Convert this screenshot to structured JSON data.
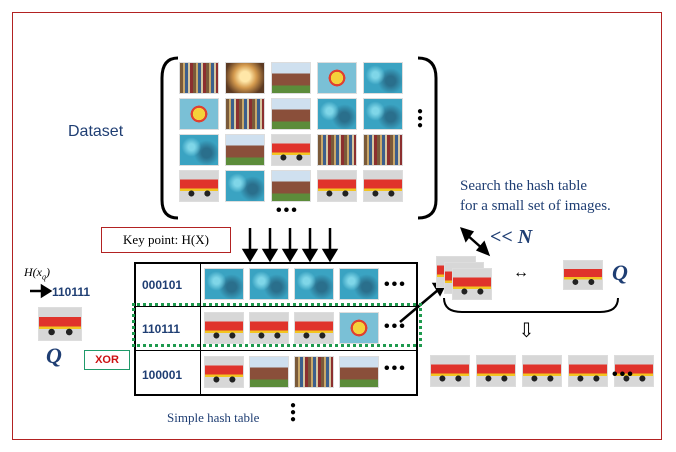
{
  "labels": {
    "dataset": "Dataset",
    "search_line1": "Search the hash table",
    "search_line2": "for a small set of images.",
    "key_point": "Key point: H(X)",
    "query_hash_label": "H(x",
    "query_hash_sub": "q",
    "query_hash_close": ")",
    "query_code": "110111",
    "query_symbol": "Q",
    "xor": "XOR",
    "n_label": "<< N",
    "equiv": "↔",
    "down_arrow": "⇩",
    "simple_hash_table": "Simple hash table",
    "ellipsis_h": "•••",
    "ellipsis_v": "⋮"
  },
  "hash_table": {
    "rows": [
      {
        "code": "000101",
        "images": [
          "water",
          "water",
          "water",
          "water"
        ]
      },
      {
        "code": "110111",
        "images": [
          "toy",
          "toy",
          "toy",
          "yellow"
        ]
      },
      {
        "code": "100001",
        "images": [
          "toy",
          "house",
          "shelf",
          "house"
        ]
      }
    ]
  },
  "dataset_grid": [
    [
      "shelf",
      "room",
      "house",
      "yellow",
      "water"
    ],
    [
      "yellow",
      "shelf",
      "house",
      "water",
      "water"
    ],
    [
      "water",
      "house",
      "toy",
      "shelf",
      "shelf"
    ],
    [
      "toy",
      "water",
      "house",
      "toy",
      "toy"
    ]
  ],
  "results": [
    "toy",
    "toy",
    "toy",
    "toy",
    "toy"
  ],
  "colors": {
    "frame": "#b22222",
    "text_blue": "#1f3e73",
    "highlight": "#1e9a4e",
    "xor_text": "#cc1111"
  }
}
